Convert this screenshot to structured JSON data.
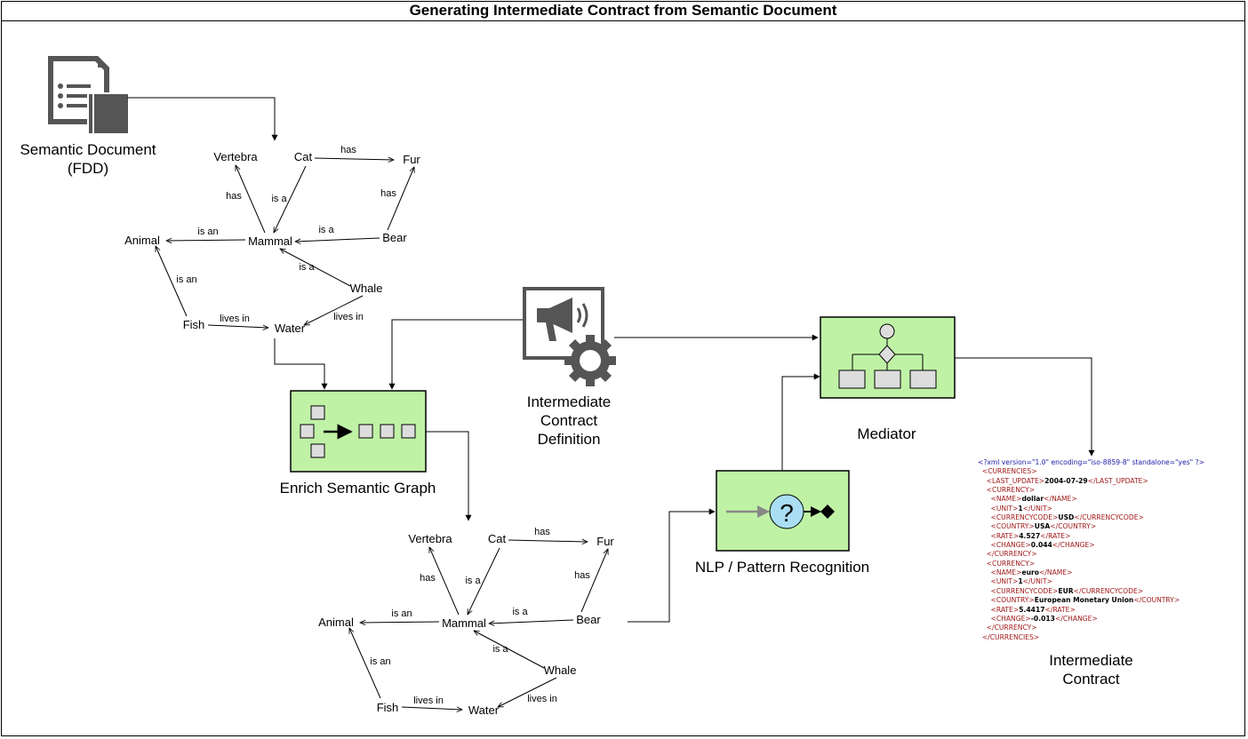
{
  "title": "Generating Intermediate Contract from Semantic Document",
  "semantic_document": {
    "label_line1": "Semantic Document",
    "label_line2": "(FDD)"
  },
  "graph_nodes": [
    "Vertebra",
    "Cat",
    "Fur",
    "Animal",
    "Mammal",
    "Bear",
    "Whale",
    "Fish",
    "Water"
  ],
  "graph_edges": [
    {
      "from": "Cat",
      "to": "Fur",
      "label": "has"
    },
    {
      "from": "Mammal",
      "to": "Vertebra",
      "label": "has"
    },
    {
      "from": "Cat",
      "to": "Mammal",
      "label": "is a"
    },
    {
      "from": "Bear",
      "to": "Fur",
      "label": "has"
    },
    {
      "from": "Mammal",
      "to": "Animal",
      "label": "is an"
    },
    {
      "from": "Bear",
      "to": "Mammal",
      "label": "is a"
    },
    {
      "from": "Whale",
      "to": "Mammal",
      "label": "is a"
    },
    {
      "from": "Fish",
      "to": "Animal",
      "label": "is an"
    },
    {
      "from": "Fish",
      "to": "Water",
      "label": "lives in"
    },
    {
      "from": "Whale",
      "to": "Water",
      "label": "lives in"
    }
  ],
  "steps": {
    "enrich": "Enrich Semantic Graph",
    "definition": [
      "Intermediate",
      "Contract",
      "Definition"
    ],
    "mediator": "Mediator",
    "nlp": "NLP / Pattern Recognition",
    "contract": [
      "Intermediate",
      "Contract"
    ]
  },
  "xml": {
    "prolog": "<?xml version=\"1.0\" encoding=\"iso-8859-8\" standalone=\"yes\" ?>",
    "last_update": "2004-07-29",
    "currencies": [
      {
        "name": "dollar",
        "unit": "1",
        "code": "USD",
        "country": "USA",
        "rate": "4.527",
        "change": "0.044"
      },
      {
        "name": "euro",
        "unit": "1",
        "code": "EUR",
        "country": "European Monetary Union",
        "rate": "5.4417",
        "change": "-0.013"
      }
    ]
  },
  "colors": {
    "box_fill": "#c0f2a6",
    "stroke": "#000000",
    "icon_gray": "#555555",
    "question_fill": "#a9def4"
  }
}
